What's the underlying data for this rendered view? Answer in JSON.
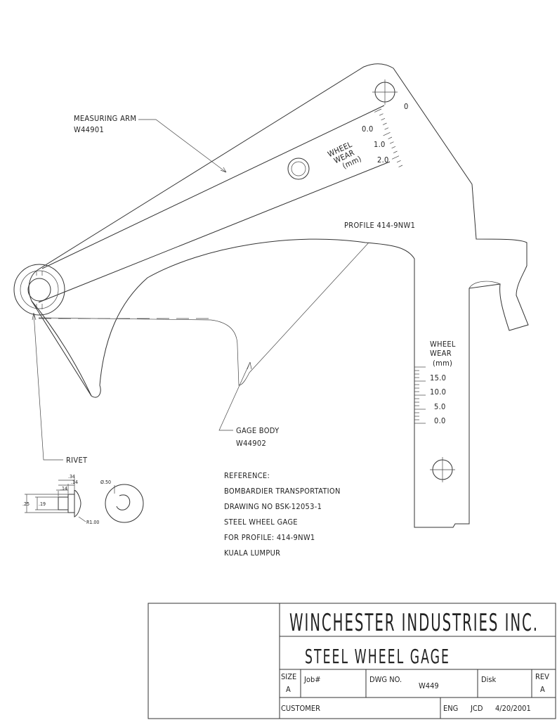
{
  "labels": {
    "measuring_arm": [
      "MEASURING ARM",
      "W44901"
    ],
    "gage_body": [
      "GAGE BODY",
      "W44902"
    ],
    "rivet": "RIVET",
    "profile": "PROFILE 414-9NW1"
  },
  "arm_scale": {
    "zero": "0",
    "title": [
      "WHEEL",
      "WEAR",
      "(mm)"
    ],
    "values": [
      "0.0",
      "1.0",
      "2.0"
    ]
  },
  "body_scale": {
    "title": [
      "WHEEL",
      "WEAR",
      "(mm)"
    ],
    "values": [
      "15.0",
      "10.0",
      "5.0",
      "0.0"
    ]
  },
  "rivet_dims": {
    "d1": ".34",
    "d2": ".14",
    "d3": ".14",
    "h1": ".25",
    "h2": ".19",
    "dia": "Ø.50",
    "rad": "R1.00"
  },
  "reference": [
    "REFERENCE:",
    "BOMBARDIER TRANSPORTATION",
    "DRAWING NO BSK-12053-1",
    "STEEL WHEEL GAGE",
    "FOR PROFILE: 414-9NW1",
    "KUALA LUMPUR"
  ],
  "title_block": {
    "company": "WINCHESTER INDUSTRIES INC.",
    "title": "STEEL WHEEL GAGE",
    "size_label": "SIZE",
    "size_value": "A",
    "job_label": "Job#",
    "dwg_label": "DWG NO.",
    "dwg_value": "W449",
    "disk_label": "Disk",
    "rev_label": "REV",
    "rev_value": "A",
    "customer_label": "CUSTOMER",
    "eng_label": "ENG",
    "eng_value": "JCD",
    "date": "4/20/2001"
  }
}
